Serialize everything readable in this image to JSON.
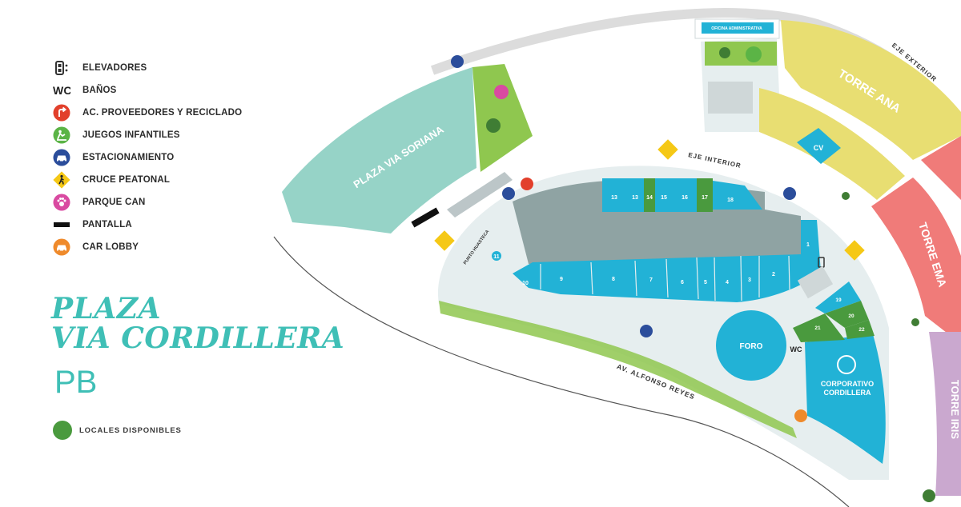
{
  "legend": [
    {
      "icon": "elevator-icon",
      "label": "ELEVADORES",
      "color": "#333333"
    },
    {
      "icon": "wc-icon",
      "label": "BAÑOS",
      "color": "#222222",
      "glyph": "WC"
    },
    {
      "icon": "supplier-access-icon",
      "label": "AC. PROVEEDORES Y RECICLADO",
      "color": "#e2402c"
    },
    {
      "icon": "playground-icon",
      "label": "JUEGOS INFANTILES",
      "color": "#5bb446"
    },
    {
      "icon": "parking-icon",
      "label": "ESTACIONAMIENTO",
      "color": "#2b4d9b"
    },
    {
      "icon": "pedestrian-crossing-icon",
      "label": "CRUCE PEATONAL",
      "color": "#f5c816"
    },
    {
      "icon": "dog-park-icon",
      "label": "PARQUE CAN",
      "color": "#d94aa1"
    },
    {
      "icon": "screen-icon",
      "label": "PANTALLA",
      "color": "#111111"
    },
    {
      "icon": "car-lobby-icon",
      "label": "CAR LOBBY",
      "color": "#ef8a2b"
    }
  ],
  "title": {
    "line1": "PLAZA",
    "line2": "VIA CORDILLERA",
    "level": "PB"
  },
  "available": {
    "label": "LOCALES DISPONIBLES",
    "color": "#4a9a3e"
  },
  "map": {
    "plaza_soriana": "PLAZA VIA SORIANA",
    "oficina": "OFICINA ADMINISTRATIVA",
    "torre_ana": "TORRE ANA",
    "torre_ema": "TORRE EMA",
    "torre_iris": "TORRE IRIS",
    "eje_exterior": "EJE EXTERIOR",
    "eje_interior": "EJE INTERIOR",
    "cv": "CV",
    "foro": "FORO",
    "wc": "WC",
    "corporativo": "CORPORATIVO",
    "cordillera": "CORDILLERA",
    "punto_huasteca": "PUNTO HUASTECA",
    "av_alfonso_reyes": "AV. ALFONSO REYES",
    "locales_top": [
      "13",
      "13",
      "14",
      "15",
      "16",
      "17",
      "18"
    ],
    "locales_bottom": [
      "10",
      "9",
      "8",
      "7",
      "6",
      "5",
      "4",
      "3",
      "2",
      "1"
    ],
    "local_11": "11",
    "locales_right": [
      "19",
      "20",
      "21",
      "22"
    ]
  },
  "colors": {
    "teal": "#3fbfb6",
    "cyan_local": "#22b2d6",
    "green_available": "#4a9a3e",
    "torre_ana": "#e8de72",
    "torre_ema": "#f07b79",
    "torre_iris": "#caa8cf",
    "plaza_soriana": "#96d3c7",
    "parking_gray": "#8fa3a3",
    "plaza_floor": "#e6eeef"
  }
}
